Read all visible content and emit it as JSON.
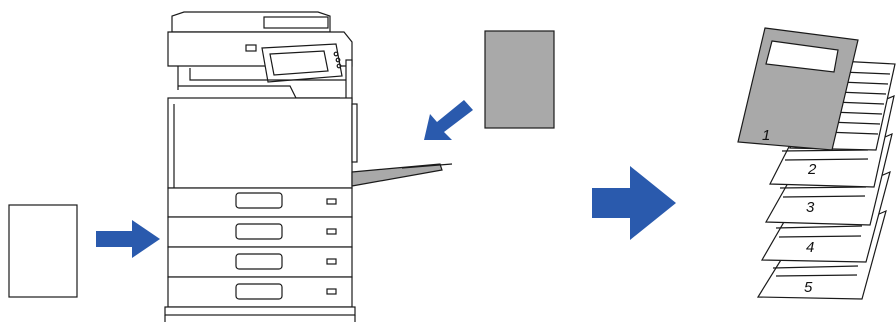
{
  "diagram": {
    "colors": {
      "arrow": "#2a5aad",
      "cover_sheet": "#a9a9a9",
      "outline": "#1a1a1a"
    },
    "icons": {
      "plain_sheet": "blank-paper-sheet",
      "cover_sheet": "grey-cover-sheet",
      "printer": "multifunction-printer",
      "output": "stacked-output-pages"
    },
    "output_pages": [
      "1",
      "2",
      "3",
      "4",
      "5"
    ]
  }
}
